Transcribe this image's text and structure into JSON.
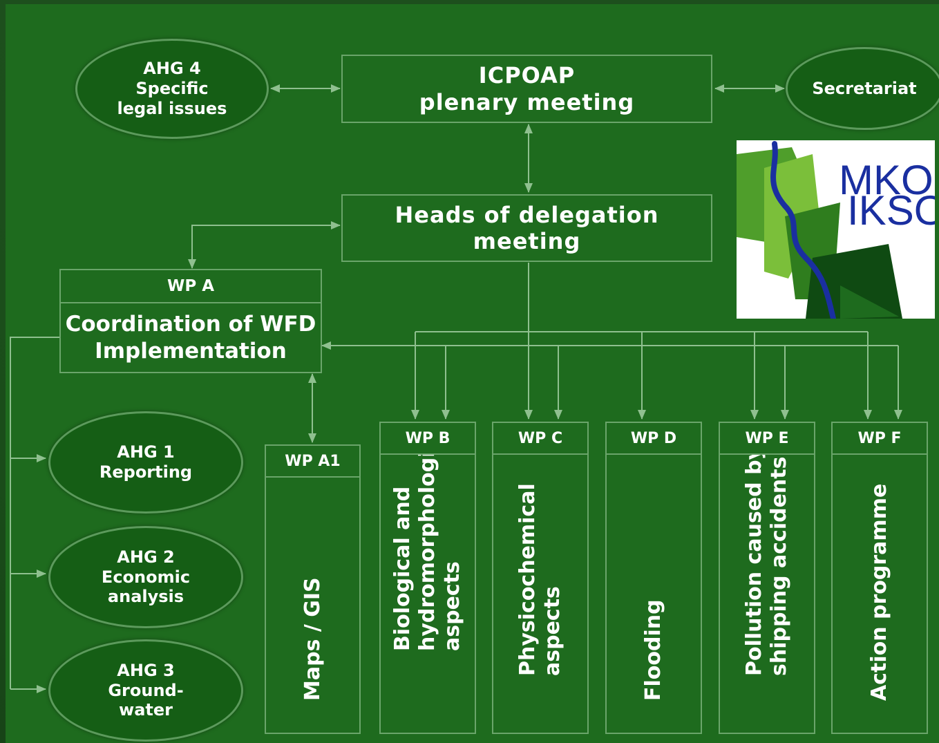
{
  "plenary": {
    "line1": "ICPOAP",
    "line2": "plenary meeting"
  },
  "heads": {
    "line1": "Heads of delegation",
    "line2": "meeting"
  },
  "secretariat": "Secretariat",
  "ahg4": {
    "line1": "AHG 4",
    "line2": "Specific",
    "line3": "legal issues"
  },
  "ahg1": {
    "line1": "AHG 1",
    "line2": "Reporting"
  },
  "ahg2": {
    "line1": "AHG 2",
    "line2": "Economic",
    "line3": "analysis"
  },
  "ahg3": {
    "line1": "AHG 3",
    "line2": "Ground-",
    "line3": "water"
  },
  "wpA": {
    "label": "WP A",
    "line1": "Coordination of WFD",
    "line2": "Implementation"
  },
  "wpA1": {
    "label": "WP A1",
    "text1": "Maps / GIS"
  },
  "wpB": {
    "label": "WP B",
    "text1": "Biological and",
    "text2": "hydromorphological",
    "text3": "aspects"
  },
  "wpC": {
    "label": "WP C",
    "text1": "Physicochemical",
    "text2": "aspects"
  },
  "wpD": {
    "label": "WP D",
    "text1": "Flooding"
  },
  "wpE": {
    "label": "WP E",
    "text1": "Pollution caused by",
    "text2": "shipping accidents"
  },
  "wpF": {
    "label": "WP F",
    "text1": "Action programme"
  },
  "logo": {
    "top": "MKOO",
    "bottom": "IKSO"
  },
  "colors": {
    "background": "#1e6b1e",
    "line": "#6aa56a",
    "logo_blue": "#1a2fa0"
  }
}
